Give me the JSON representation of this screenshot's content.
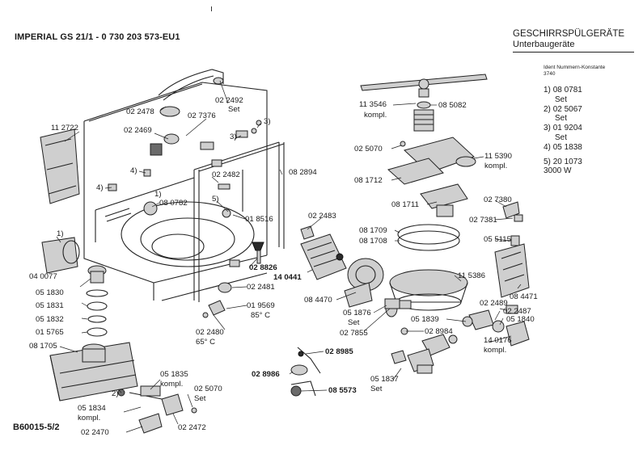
{
  "header": {
    "model": "IMPERIAL GS 21/1 - 0 730 203 573-EU1",
    "category": "GESCHIRRSPÜLGERÄTE",
    "subcategory": "Unterbaugeräte",
    "ident_label": "Ident Nummern-Konstante",
    "ident_value": "3740"
  },
  "legend": [
    {
      "key": "1)",
      "part": "08 0781",
      "note": "Set"
    },
    {
      "key": "2)",
      "part": "02 5067",
      "note": "Set"
    },
    {
      "key": "3)",
      "part": "01 9204",
      "note": "Set"
    },
    {
      "key": "4)",
      "part": "05 1838",
      "note": ""
    },
    {
      "key": "5)",
      "part": "20 1073",
      "note": "3000 W"
    }
  ],
  "footer": {
    "drawing_id": "B60015-5/2"
  },
  "callouts": [
    {
      "text": "11 2722"
    },
    {
      "text": "02 2478"
    },
    {
      "text": "02 2492"
    },
    {
      "text": "Set"
    },
    {
      "text": "02 7376"
    },
    {
      "text": "02 2469"
    },
    {
      "text": "3)"
    },
    {
      "text": "3)"
    },
    {
      "text": "4)"
    },
    {
      "text": "4)"
    },
    {
      "text": "02 2482"
    },
    {
      "text": "08 2894"
    },
    {
      "text": "1)"
    },
    {
      "text": "08 0782"
    },
    {
      "text": "5)"
    },
    {
      "text": "01 8516"
    },
    {
      "text": "1)"
    },
    {
      "text": "04 0077"
    },
    {
      "text": "05 1830"
    },
    {
      "text": "05 1831"
    },
    {
      "text": "05 1832"
    },
    {
      "text": "01 5765"
    },
    {
      "text": "08 1705"
    },
    {
      "text": "02 8826"
    },
    {
      "text": "02 2481"
    },
    {
      "text": "01 9569"
    },
    {
      "text": "85° C"
    },
    {
      "text": "02 2480"
    },
    {
      "text": "65° C"
    },
    {
      "text": "05 1835"
    },
    {
      "text": "kompl."
    },
    {
      "text": "2)"
    },
    {
      "text": "02 5070"
    },
    {
      "text": "Set"
    },
    {
      "text": "05 1834"
    },
    {
      "text": "kompl."
    },
    {
      "text": "02 2470"
    },
    {
      "text": "02 2472"
    },
    {
      "text": "11 3546"
    },
    {
      "text": "kompl."
    },
    {
      "text": "08 5082"
    },
    {
      "text": "02 5070"
    },
    {
      "text": "11 5390"
    },
    {
      "text": "kompl."
    },
    {
      "text": "08 1712"
    },
    {
      "text": "08 1711"
    },
    {
      "text": "02 7380"
    },
    {
      "text": "02 7381"
    },
    {
      "text": "05 5115"
    },
    {
      "text": "02 2483"
    },
    {
      "text": "08 1709"
    },
    {
      "text": "08 1708"
    },
    {
      "text": "14 0441"
    },
    {
      "text": "11 5386"
    },
    {
      "text": "08 4471"
    },
    {
      "text": "08 4470"
    },
    {
      "text": "05 1876"
    },
    {
      "text": "Set"
    },
    {
      "text": "02 7855"
    },
    {
      "text": "05 1839"
    },
    {
      "text": "02 2489"
    },
    {
      "text": "02 2487"
    },
    {
      "text": "05 1840"
    },
    {
      "text": "02 8984"
    },
    {
      "text": "02 8985"
    },
    {
      "text": "02 8986"
    },
    {
      "text": "08 5573"
    },
    {
      "text": "05 1837"
    },
    {
      "text": "Set"
    },
    {
      "text": "14 0176"
    },
    {
      "text": "kompl."
    }
  ]
}
